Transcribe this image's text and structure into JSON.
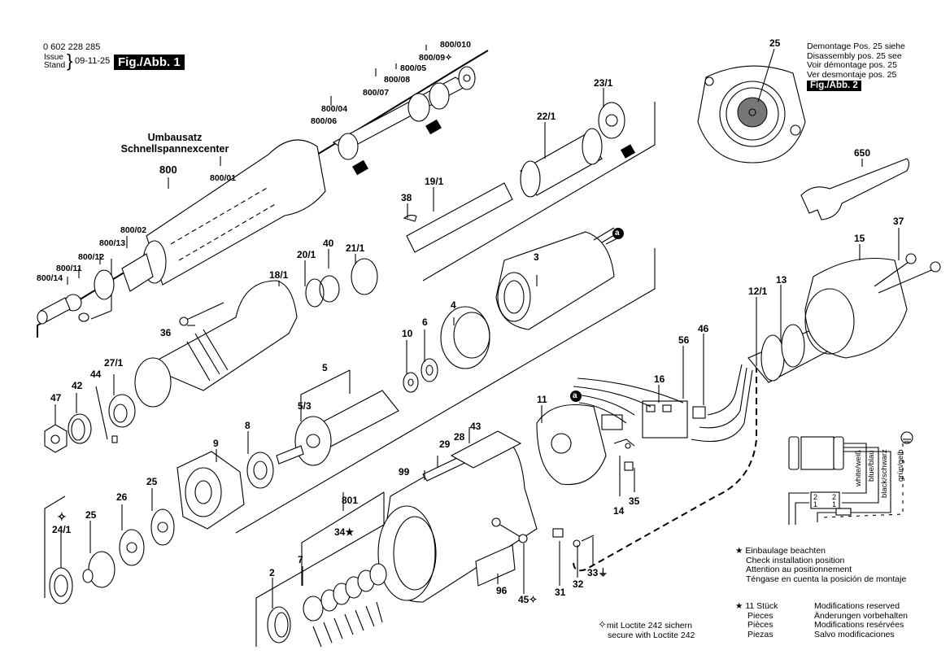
{
  "header": {
    "part_number": "0 602 228 285",
    "issue_label": "Issue",
    "stand_label": "Stand",
    "issue_date": "09-11-25",
    "figure1_label": "Fig./Abb. 1"
  },
  "figure2": {
    "label": "Fig./Abb. 2",
    "callout": "25",
    "notes": [
      "Demontage Pos. 25 siehe",
      "Disassembly pos. 25 see",
      "Voir démontage pos. 25",
      "Ver desmontaje pos. 25"
    ]
  },
  "conversion_kit": {
    "title_line1": "Umbausatz",
    "title_line2": "Schnellspannexcenter",
    "kit_number": "800",
    "parts": [
      "800/01",
      "800/02",
      "800/04",
      "800/05",
      "800/06",
      "800/07",
      "800/08",
      "800/09",
      "800/010",
      "800/11",
      "800/12",
      "800/13",
      "800/14"
    ]
  },
  "part_labels": {
    "p2": "2",
    "p3": "3",
    "p4": "4",
    "p5": "5",
    "p5_3": "5/3",
    "p6": "6",
    "p7": "7",
    "p8": "8",
    "p9": "9",
    "p10": "10",
    "p11": "11",
    "p12_1": "12/1",
    "p13": "13",
    "p14": "14",
    "p15": "15",
    "p16": "16",
    "p18_1": "18/1",
    "p19_1": "19/1",
    "p20_1": "20/1",
    "p21_1": "21/1",
    "p22_1": "22/1",
    "p23_1": "23/1",
    "p24_1": "24/1",
    "p25a": "25",
    "p25b": "25",
    "p26": "26",
    "p27_1": "27/1",
    "p28": "28",
    "p29": "29",
    "p31": "31",
    "p32": "32",
    "p33": "33",
    "p34": "34",
    "p35": "35",
    "p36": "36",
    "p37": "37",
    "p38": "38",
    "p40": "40",
    "p42": "42",
    "p43": "43",
    "p44": "44",
    "p45": "45",
    "p46": "46",
    "p47": "47",
    "p56": "56",
    "p96": "96",
    "p99": "99",
    "p650": "650",
    "p801": "801",
    "marker_a": "a"
  },
  "wiring": {
    "wires": [
      "white/weiß",
      "blue/blau",
      "black/schwarz",
      "grün/gelb"
    ],
    "terminals": [
      "2",
      "2",
      "1",
      "1"
    ]
  },
  "legend": {
    "installation_symbol": "★",
    "installation_notes": [
      "Einbaulage beachten",
      "Check installation position",
      "Attention au positionnement",
      "Téngase en cuenta la posición de montaje"
    ],
    "pieces_symbol": "★",
    "pieces": [
      "11 Stück",
      "Pieces",
      "Pièces",
      "Piezas"
    ],
    "modifications": [
      "Modifications reserved",
      "Änderungen vorbehalten",
      "Modifications resérvées",
      "Salvo modificaciones"
    ],
    "loctite_symbol": "✧",
    "loctite_notes": [
      "mit Loctite 242 sichern",
      "secure with Loctite 242"
    ]
  }
}
